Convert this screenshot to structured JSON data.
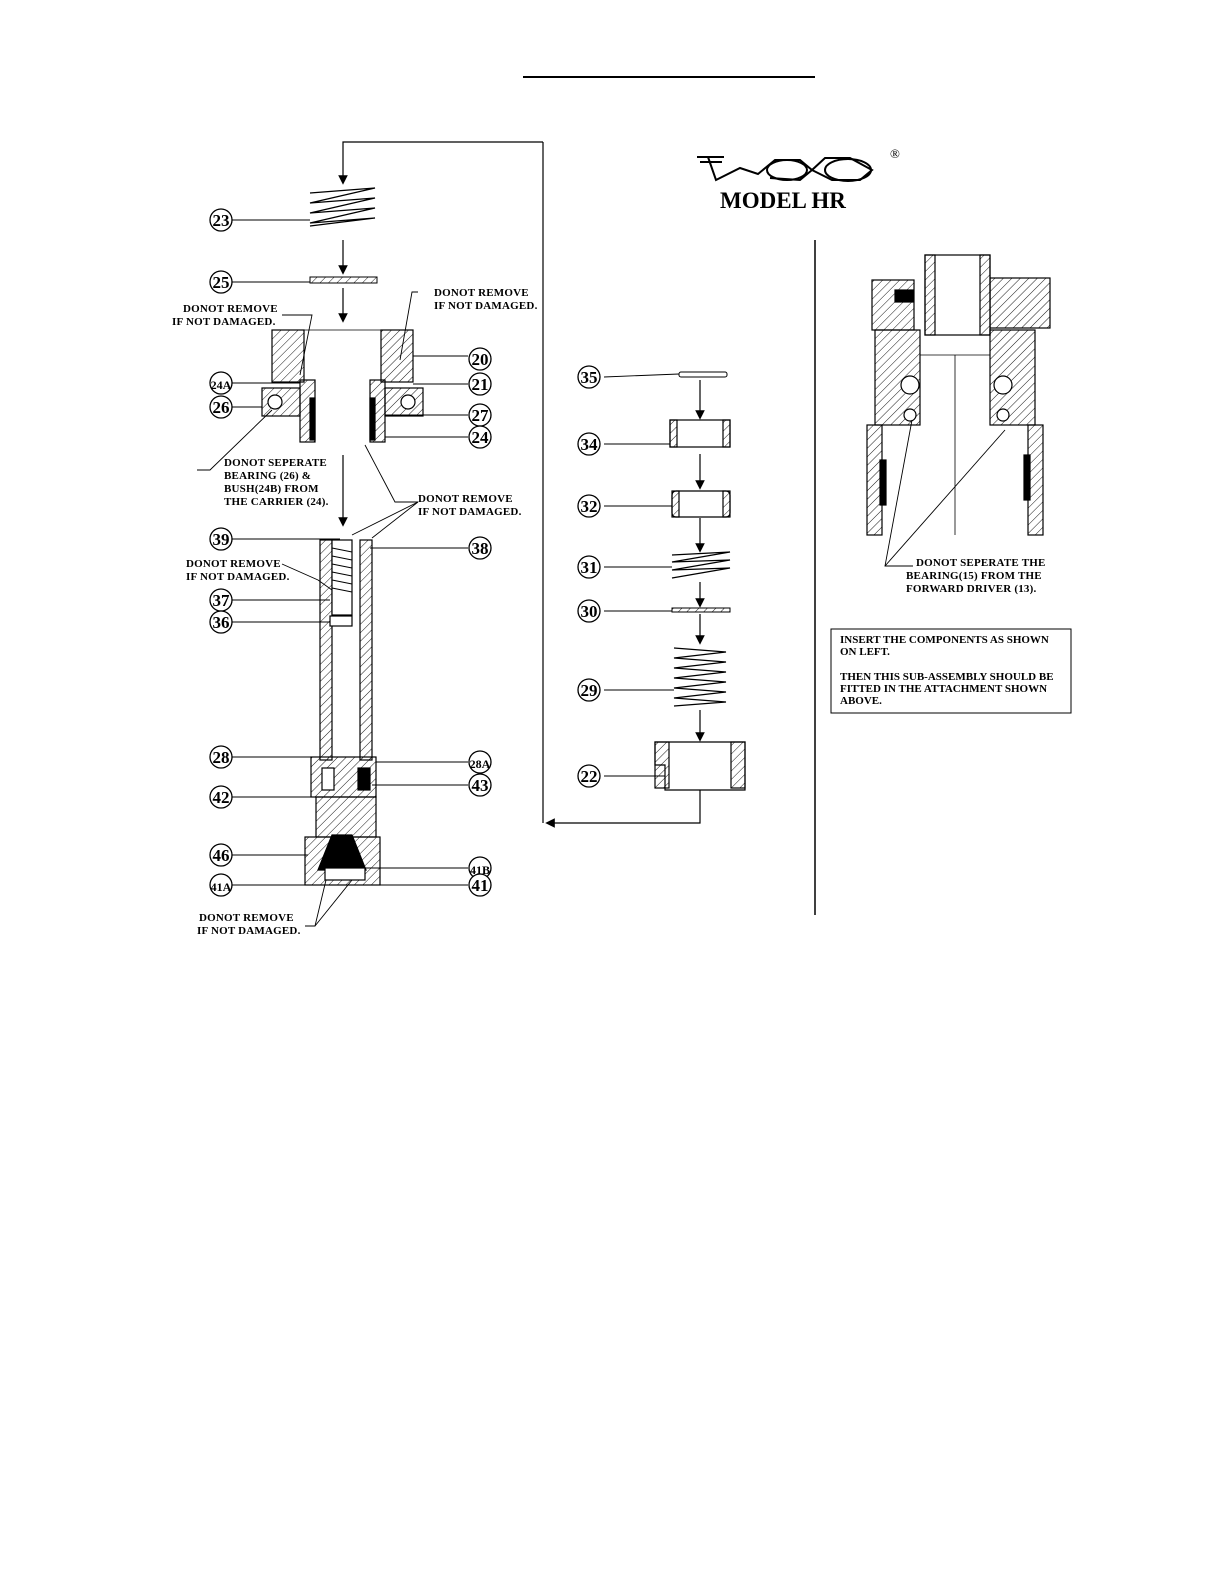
{
  "brand": {
    "logo_text": "TACO",
    "registered_mark": "®",
    "model": "MODEL HR"
  },
  "notes": {
    "do_not_remove_left_top": [
      "DONOT REMOVE",
      "IF NOT DAMAGED."
    ],
    "do_not_remove_right_top": [
      "DONOT REMOVE",
      "IF NOT DAMAGED."
    ],
    "do_not_separate_carrier": [
      "DONOT SEPERATE",
      "BEARING (26) &",
      "BUSH(24B)  FROM",
      "THE CARRIER (24)."
    ],
    "do_not_remove_mid": [
      "DONOT REMOVE",
      "IF NOT DAMAGED."
    ],
    "do_not_remove_left_mid": [
      "DONOT REMOVE",
      "IF NOT DAMAGED."
    ],
    "do_not_remove_bottom": [
      "DONOT REMOVE",
      "IF NOT DAMAGED."
    ],
    "do_not_separate_driver": [
      "DONOT SEPERATE THE",
      "BEARING(15) FROM THE",
      "FORWARD DRIVER (13)."
    ]
  },
  "instruction_box": {
    "lines": [
      "INSERT THE COMPONENTS AS SHOWN",
      "ON LEFT.",
      "",
      "THEN THIS SUB-ASSEMBLY SHOULD BE",
      "FITTED IN THE ATTACHMENT SHOWN",
      "ABOVE."
    ]
  },
  "balloons": {
    "b23": "23",
    "b25": "25",
    "b24A": "24A",
    "b26": "26",
    "b20": "20",
    "b21": "21",
    "b27": "27",
    "b24": "24",
    "b39": "39",
    "b38": "38",
    "b37": "37",
    "b36": "36",
    "b28": "28",
    "b28A": "28A",
    "b42": "42",
    "b43": "43",
    "b46": "46",
    "b41B": "41B",
    "b41A": "41A",
    "b41": "41",
    "b35": "35",
    "b34": "34",
    "b32": "32",
    "b31": "31",
    "b30": "30",
    "b29": "29",
    "b22": "22"
  }
}
